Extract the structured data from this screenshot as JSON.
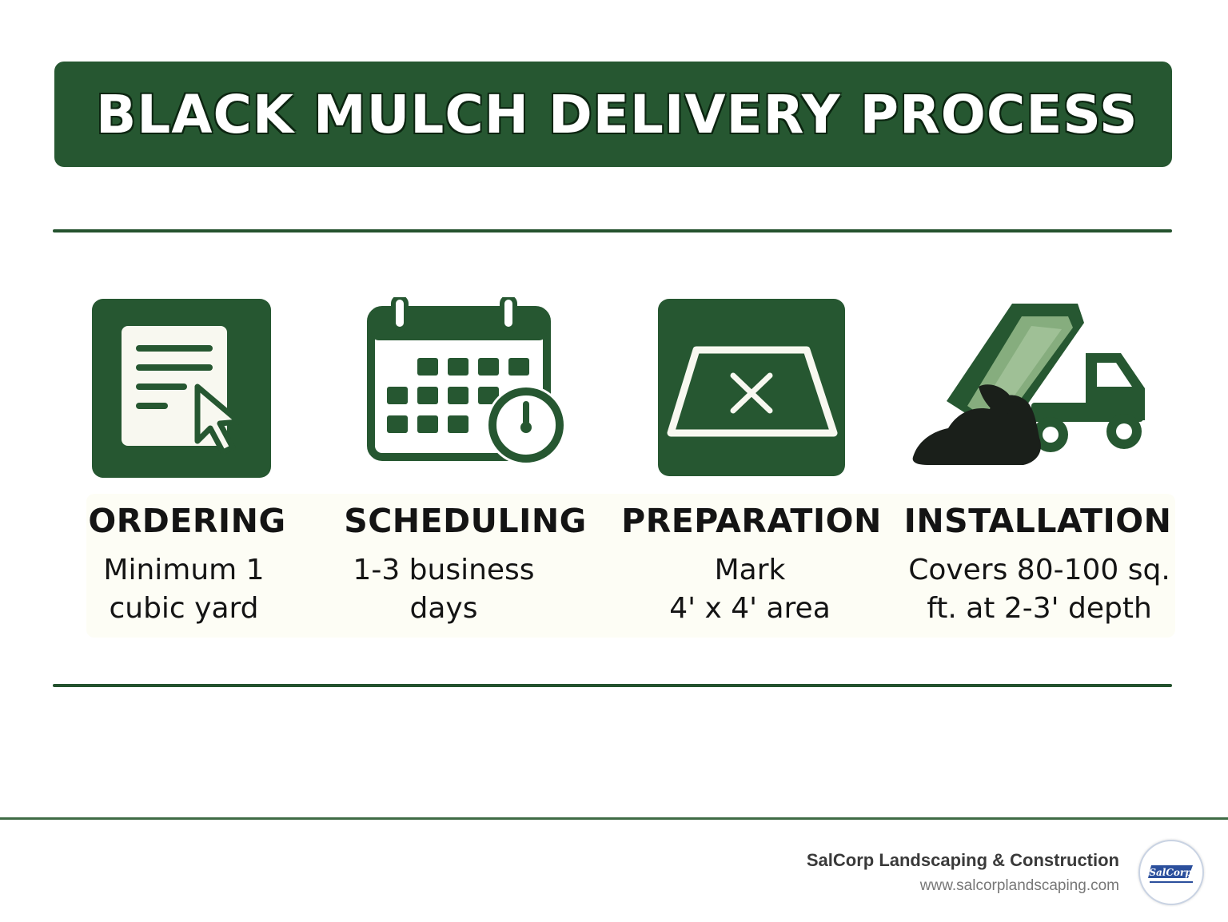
{
  "header": {
    "title": "BLACK MULCH DELIVERY PROCESS"
  },
  "steps": [
    {
      "title": "ORDERING",
      "desc_line1": "Minimum 1",
      "desc_line2": "cubic yard",
      "icon": "document-cursor-icon"
    },
    {
      "title": "SCHEDULING",
      "desc_line1": "1-3 business",
      "desc_line2": "days",
      "icon": "calendar-clock-icon"
    },
    {
      "title": "PREPARATION",
      "desc_line1": "Mark",
      "desc_line2": "4' x 4' area",
      "icon": "marked-area-icon"
    },
    {
      "title": "INSTALLATION",
      "desc_line1": "Covers 80-100 sq.",
      "desc_line2": "ft. at 2-3' depth",
      "icon": "dump-truck-icon"
    }
  ],
  "footer": {
    "company": "SalCorp Landscaping & Construction",
    "url": "www.salcorplandscaping.com",
    "logo_text": "SalCorp"
  },
  "colors": {
    "primary_green": "#265731",
    "light_green": "#86ad7e",
    "mulch_black": "#1a1f1a",
    "background": "#ffffff"
  }
}
